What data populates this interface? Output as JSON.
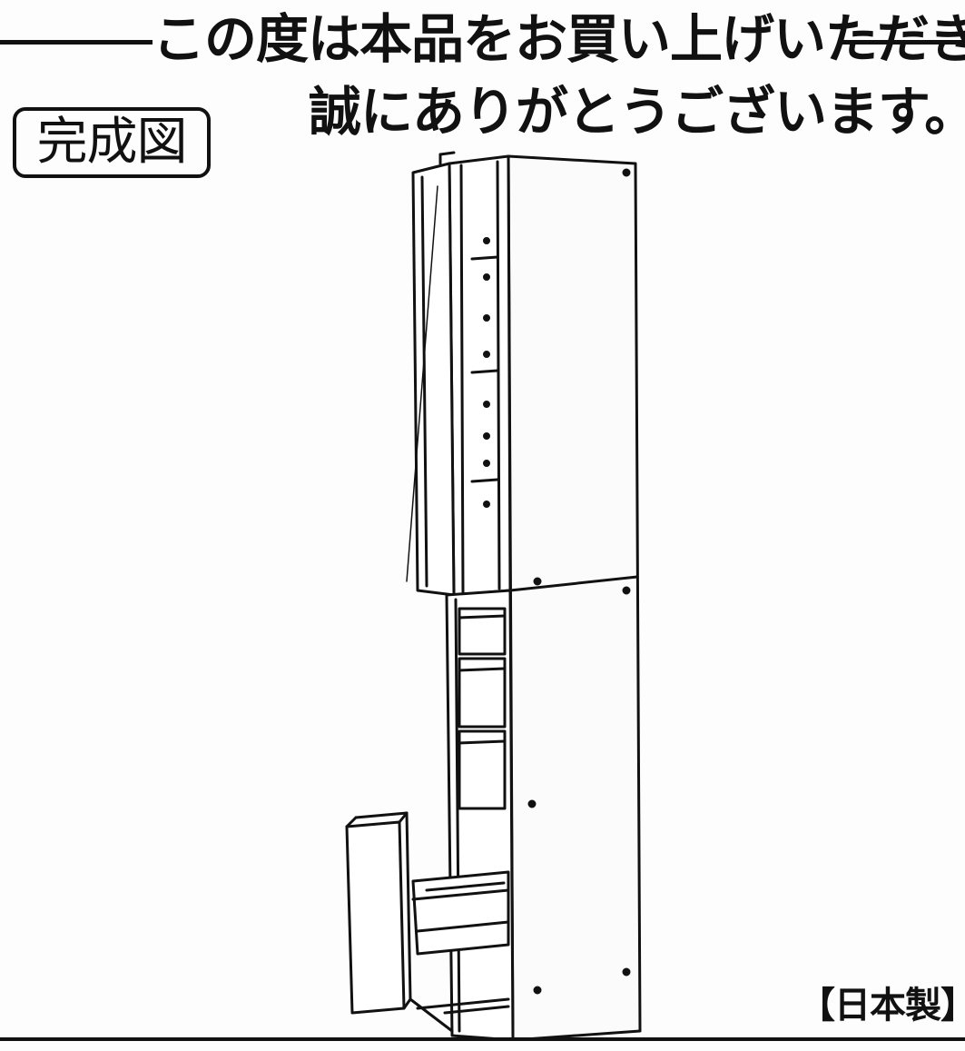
{
  "greeting": {
    "line1": "この度は本品をお買い上げいただき",
    "line2": "誠にありがとうございます。"
  },
  "section_label": "完成図",
  "origin_label": "【日本製】",
  "illustration": {
    "icon": "storage-cabinet-illustration"
  }
}
